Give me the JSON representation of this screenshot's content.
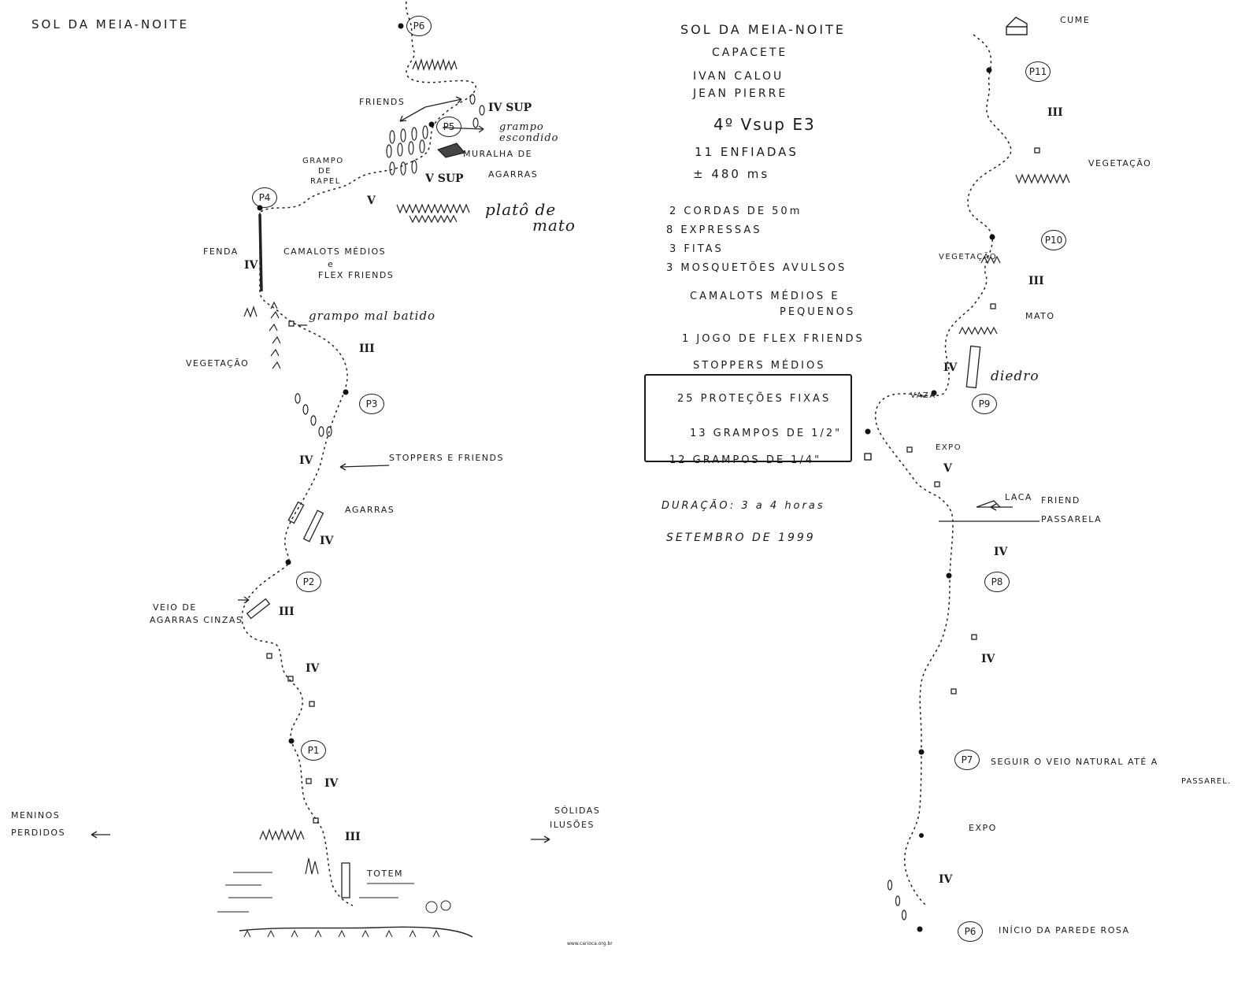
{
  "left_topo": {
    "title": "SOL DA MEIA-NOITE",
    "anchors": [
      "P6",
      "P5",
      "P4",
      "P3",
      "P2",
      "P1"
    ],
    "grades": [
      "IV SUP",
      "V SUP",
      "V",
      "IV",
      "III",
      "IV",
      "IV",
      "III",
      "IV",
      "IV",
      "III"
    ],
    "notes": {
      "friends": "FRIENDS",
      "grampo_escondido": "grampo escondido",
      "muralha": "MURALHA DE",
      "agarras": "AGARRAS",
      "grampo_rapel_1": "GRAMPO",
      "grampo_rapel_2": "DE",
      "grampo_rapel_3": "RAPEL",
      "plato_1": "platô de",
      "plato_2": "mato",
      "fenda": "FENDA",
      "camalots_1": "CAMALOTS MÉDIOS",
      "camalots_2": "e",
      "camalots_3": "FLEX FRIENDS",
      "grampo_malbatido": "grampo mal batido",
      "vegetacao": "VEGETAÇÃO",
      "stoppers": "STOPPERS E FRIENDS",
      "agarras2": "AGARRAS",
      "veio_1": "VEIO DE",
      "veio_2": "AGARRAS CINZAS",
      "totem": "TOTEM",
      "meninos_1": "MENINOS",
      "meninos_2": "PERDIDOS",
      "solidas_1": "SÓLIDAS",
      "solidas_2": "ILUSÕES",
      "site": "www.carioca.org.br"
    }
  },
  "info": {
    "title": "SOL DA MEIA-NOITE",
    "authors": [
      "CAPACETE",
      "IVAN CALOU",
      "JEAN PIERRE"
    ],
    "grade": "4º Vsup E3",
    "pitches": "11 ENFIADAS",
    "length": "± 480 ms",
    "gear": [
      "2 CORDAS DE 50m",
      "8 EXPRESSAS",
      "3 FITAS",
      "3 MOSQUETÕES AVULSOS",
      "CAMALOTS MÉDIOS E",
      "PEQUENOS",
      "1 JOGO DE FLEX FRIENDS",
      "STOPPERS MÉDIOS"
    ],
    "protections": {
      "total": "25 PROTEÇÕES FIXAS",
      "half": "13 GRAMPOS DE 1/2\"",
      "quarter": "12 GRAMPOS DE 1/4\""
    },
    "duration": "DURAÇÃO: 3 a 4 horas",
    "date": "SETEMBRO DE 1999"
  },
  "right_topo": {
    "anchors": [
      "P11",
      "P10",
      "P9",
      "P8",
      "P7",
      "P6"
    ],
    "grades": [
      "III",
      "III",
      "IV",
      "V",
      "IV",
      "IV",
      "IV"
    ],
    "notes": {
      "cume": "CUME",
      "vegetacao_top": "VEGETAÇÃO",
      "vegetacao_mid": "VEGETAÇÃO",
      "mato": "MATO",
      "diedro": "diedro",
      "vaza": "VAZA",
      "expo_1": "EXPO",
      "laca": "LACA",
      "friend": "FRIEND",
      "passarela": "PASSARELA",
      "seguir": "SEGUIR O VEIO NATURAL ATÉ A",
      "passarela2": "PASSAREL.",
      "expo_2": "EXPO",
      "inicio": "INÍCIO DA PAREDE ROSA"
    }
  }
}
